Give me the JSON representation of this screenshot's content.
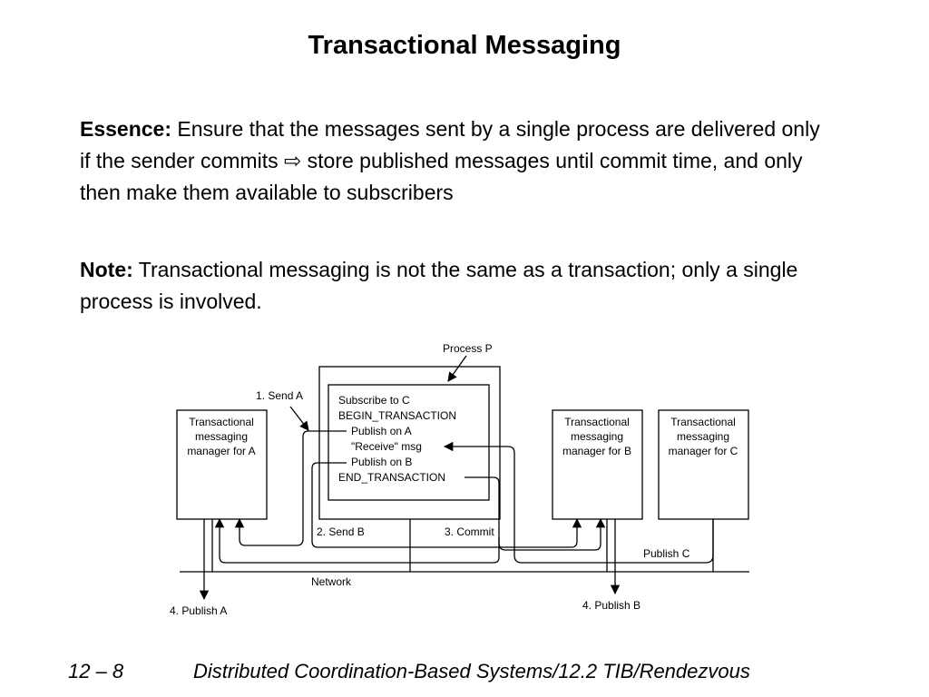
{
  "slide": {
    "title": "Transactional Messaging",
    "essence": {
      "label": "Essence:",
      "text_before_arrow": " Ensure that the messages sent by a single process are delivered only if the sender commits ",
      "arrow_glyph": "⇨",
      "text_after_arrow": " store published messages until commit time, and only then make them available to subscribers"
    },
    "note": {
      "label": "Note:",
      "text": " Transactional messaging is not the same as a transaction; only a single process is involved."
    }
  },
  "diagram": {
    "process_label": "Process P",
    "manager_a": [
      "Transactional",
      "messaging",
      "manager for A"
    ],
    "manager_b": [
      "Transactional",
      "messaging",
      "manager for B"
    ],
    "manager_c": [
      "Transactional",
      "messaging",
      "manager for C"
    ],
    "code": [
      "Subscribe to C",
      "BEGIN_TRANSACTION",
      "Publish on A",
      "\"Receive\" msg",
      "Publish on B",
      "END_TRANSACTION"
    ],
    "send_a": "1. Send A",
    "send_b": "2. Send B",
    "commit": "3. Commit",
    "publish_c": "Publish C",
    "network": "Network",
    "publish_a": "4. Publish A",
    "publish_b": "4. Publish B"
  },
  "footer": {
    "page": "12 – 8",
    "source": "Distributed Coordination-Based Systems/12.2 TIB/Rendezvous"
  }
}
